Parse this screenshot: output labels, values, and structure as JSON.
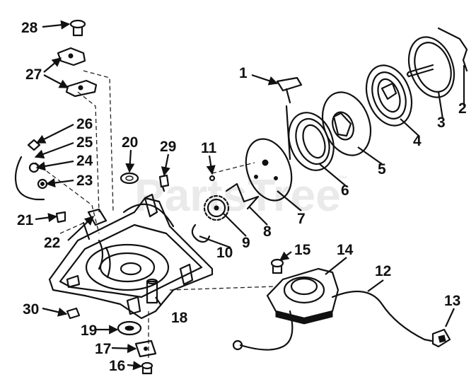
{
  "watermark": "PartsTree",
  "watermark_mark": "™",
  "callouts": [
    "1",
    "2",
    "3",
    "4",
    "5",
    "6",
    "7",
    "8",
    "9",
    "10",
    "11",
    "12",
    "13",
    "14",
    "15",
    "16",
    "17",
    "18",
    "19",
    "20",
    "21",
    "22",
    "23",
    "24",
    "25",
    "26",
    "27",
    "28",
    "29",
    "30"
  ]
}
